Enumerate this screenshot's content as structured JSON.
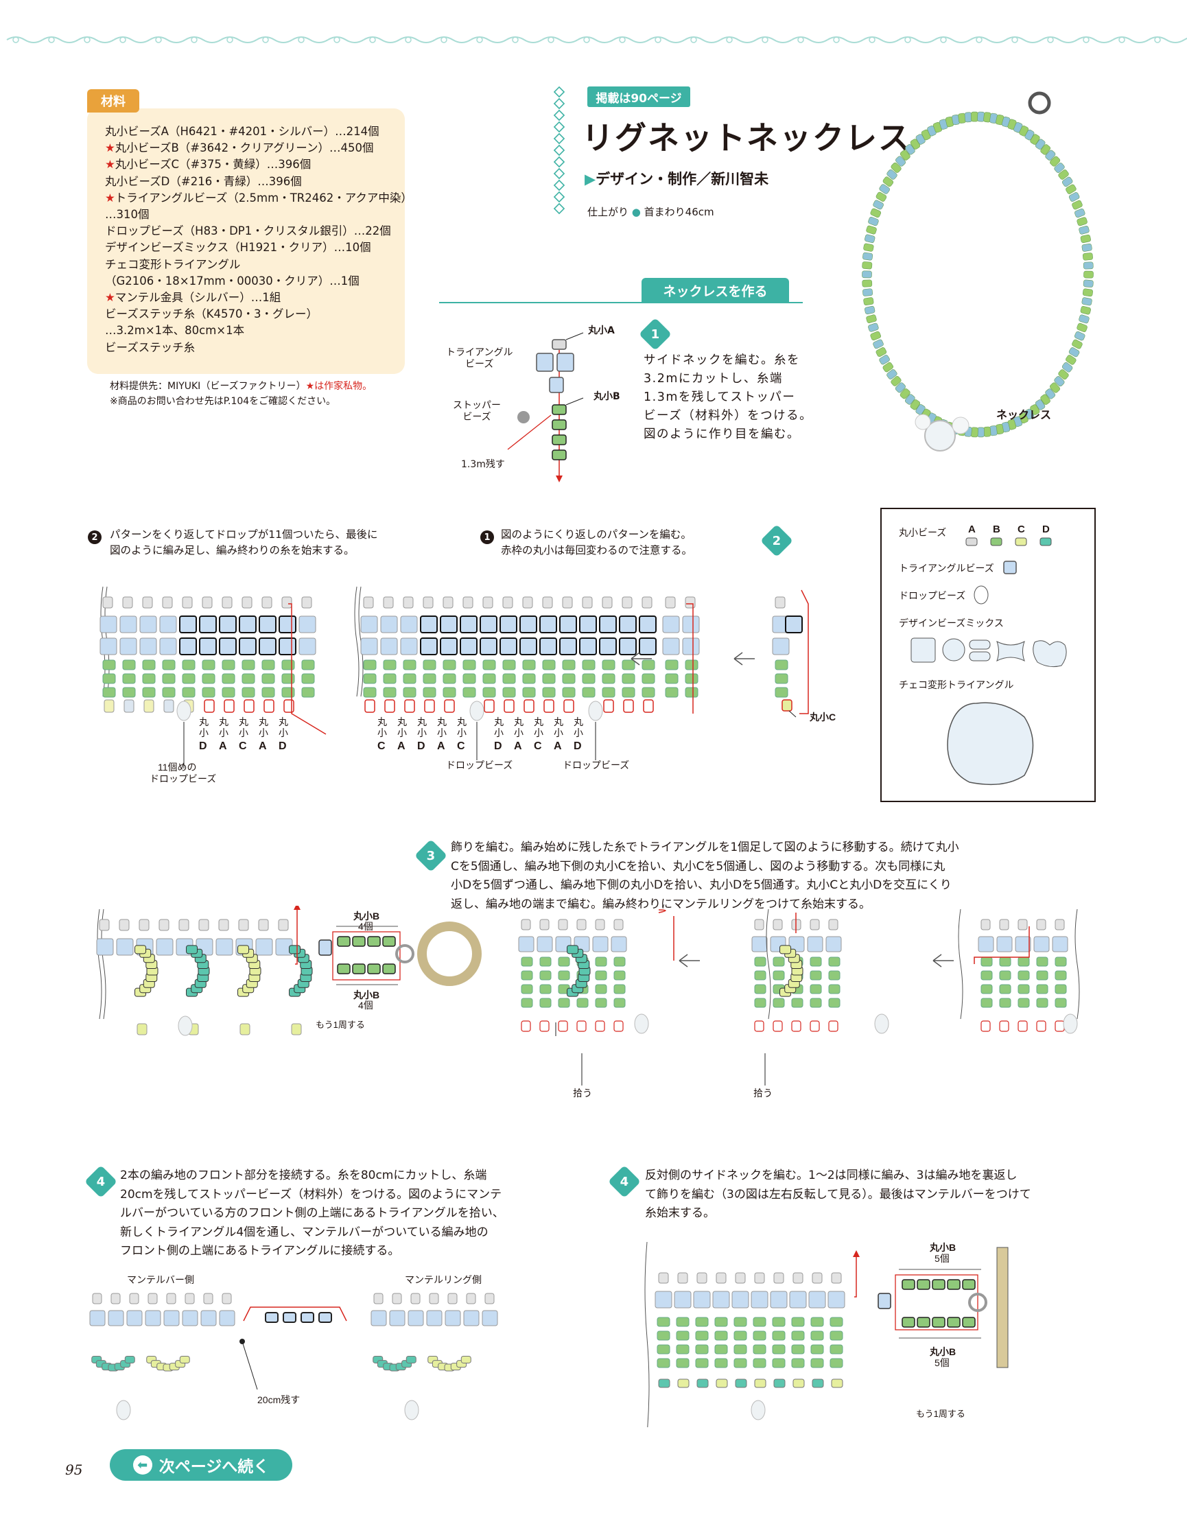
{
  "header": {
    "page_ref": "掲載は90ページ",
    "title": "リグネットネックレス",
    "designer": "デザイン・制作／新川智未",
    "finish_label": "仕上がり",
    "finish_value": "首まわり46cm"
  },
  "materials": {
    "tag": "材料",
    "lines": [
      {
        "star": false,
        "text": "丸小ビーズA（H6421・#4201・シルバー）…214個"
      },
      {
        "star": true,
        "text": "丸小ビーズB（#3642・クリアグリーン）…450個"
      },
      {
        "star": true,
        "text": "丸小ビーズC（#375・黄緑）…396個"
      },
      {
        "star": false,
        "text": "丸小ビーズD（#216・青緑）…396個"
      },
      {
        "star": true,
        "text": "トライアングルビーズ（2.5mm・TR2462・アクア中染）"
      },
      {
        "star": false,
        "text": "…310個"
      },
      {
        "star": false,
        "text": "ドロップビーズ（H83・DP1・クリスタル銀引）…22個"
      },
      {
        "star": false,
        "text": "デザインビーズミックス（H1921・クリア）…10個"
      },
      {
        "star": false,
        "text": "チェコ変形トライアングル"
      },
      {
        "star": false,
        "text": "（G2106・18×17mm・00030・クリア）…1個"
      },
      {
        "star": true,
        "text": "マンテル金具（シルバー）…1組"
      },
      {
        "star": false,
        "text": "ビーズステッチ糸（K4570・3・グレー）"
      },
      {
        "star": false,
        "text": "…3.2m×1本、80cm×1本"
      },
      {
        "star": false,
        "text": "ビーズステッチ糸"
      }
    ],
    "note1_prefix": "材料提供先：MIYUKI（ビーズファクトリー）",
    "note1_star": "★は作家私物。",
    "note2": "※商品のお問い合わせ先はP.104をご確認ください。"
  },
  "photo_caption": "ネックレス",
  "section_title": "ネックレスを作る",
  "step1": {
    "num": "1",
    "text": "サイドネックを編む。糸を\n3.2mにカットし、糸端\n1.3mを残してストッパー\nビーズ（材料外）をつける。\n図のように作り目を編む。",
    "labels": {
      "maru_a": "丸小A",
      "triangle": "トライアングル\nビーズ",
      "stopper": "ストッパー\nビーズ",
      "maru_b": "丸小B",
      "remain": "1.3m残す"
    }
  },
  "step2": {
    "num": "2",
    "sub1_num": "1",
    "sub1_text": "図のようにくり返しのパターンを編む。\n赤枠の丸小は毎回変わるので注意する。",
    "sub2_num": "2",
    "sub2_text": "パターンをくり返してドロップが11個ついたら、最後に\n図のように編み足し、編み終わりの糸を始末する。",
    "left_bottom_labels": [
      "D",
      "A",
      "C",
      "A",
      "D"
    ],
    "mid_labels_1": [
      "C",
      "A",
      "D",
      "A",
      "C"
    ],
    "mid_labels_2": [
      "D",
      "A",
      "C",
      "A",
      "D"
    ],
    "maru_prefix": "丸\n小",
    "drop_label": "ドロップビーズ",
    "eleventh_drop": "11個めの\nドロップビーズ",
    "maru_c": "丸小C"
  },
  "legend": {
    "maru": "丸小ビーズ",
    "letters": [
      "A",
      "B",
      "C",
      "D"
    ],
    "triangle": "トライアングルビーズ",
    "drop": "ドロップビーズ",
    "design_mix": "デザインビーズミックス",
    "czech": "チェコ変形トライアングル"
  },
  "step3": {
    "num": "3",
    "text": "飾りを編む。編み始めに残した糸でトライアングルを1個足して図のように移動する。続けて丸小\nCを5個通し、編み地下側の丸小Cを拾い、丸小Cを5個通し、図のよう移動する。次も同様に丸\n小Dを5個ずつ通し、編み地下側の丸小Dを拾い、丸小Dを5個通す。丸小Cと丸小Dを交互にくり\n返し、編み地の端まで編む。編み終わりにマンテルリングをつけて糸始末する。",
    "maru_b_top": "丸小B\n4個",
    "maru_b_bottom": "丸小B\n4個",
    "once_more": "もう1周する",
    "pick": "拾う"
  },
  "step4a": {
    "num": "4",
    "text": "2本の編み地のフロント部分を接続する。糸を80cmにカットし、糸端\n20cmを残してストッパービーズ（材料外）をつける。図のようにマンテ\nルバーがついている方のフロント側の上端にあるトライアングルを拾い、\n新しくトライアングル4個を通し、マンテルバーがついている編み地の\nフロント側の上端にあるトライアングルに接続する。",
    "bar_side": "マンテルバー側",
    "ring_side": "マンテルリング側",
    "remain": "20cm残す"
  },
  "step4b": {
    "num": "4",
    "text": "反対側のサイドネックを編む。1〜2は同様に編み、3は編み地を裏返し\nて飾りを編む（3の図は左右反転して見る）。最後はマンテルバーをつけて\n糸始末する。",
    "maru_b_top": "丸小B\n5個",
    "maru_b_bottom": "丸小B\n5個",
    "once_more": "もう1周する"
  },
  "footer": {
    "page_number": "95",
    "continue": "次ページへ続く"
  },
  "colors": {
    "teal": "#3db2a4",
    "orange": "#e9a23b",
    "cream": "#fdf0d6",
    "beadA": "#dcdcdc",
    "beadB": "#8fc97a",
    "beadC": "#e6ef9e",
    "beadD": "#5cc6ae",
    "triangle": "#c6dcf2",
    "red": "#d7261e"
  }
}
